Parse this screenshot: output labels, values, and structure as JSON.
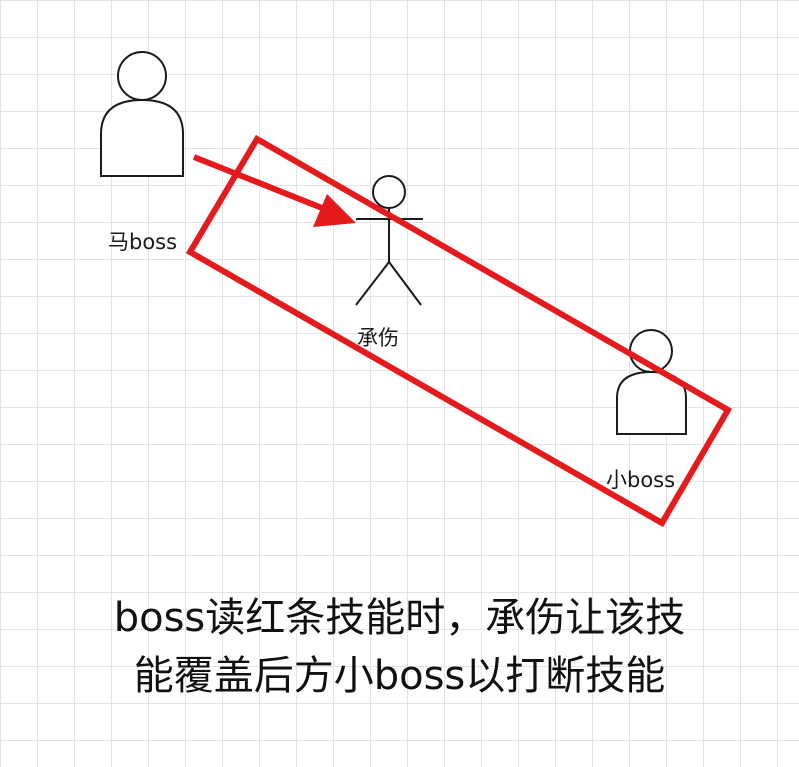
{
  "nodes": {
    "ma_boss": {
      "label": "马boss",
      "type": "actor-bust"
    },
    "tank": {
      "label": "承伤",
      "type": "stick-figure"
    },
    "small_boss": {
      "label": "小boss",
      "type": "actor-bust"
    }
  },
  "edges": [
    {
      "from": "ma_boss",
      "to": "tank",
      "color": "#e41a1c",
      "style": "arrow"
    }
  ],
  "highlight": {
    "shape": "rotated-rectangle",
    "color": "#e41a1c"
  },
  "caption": {
    "line1": "boss读红条技能时，承伤让该技",
    "line2": "能覆盖后方小boss以打断技能"
  },
  "colors": {
    "accent": "#e41a1c",
    "grid": "#e4e4e4",
    "outline": "#1a1a1a"
  }
}
